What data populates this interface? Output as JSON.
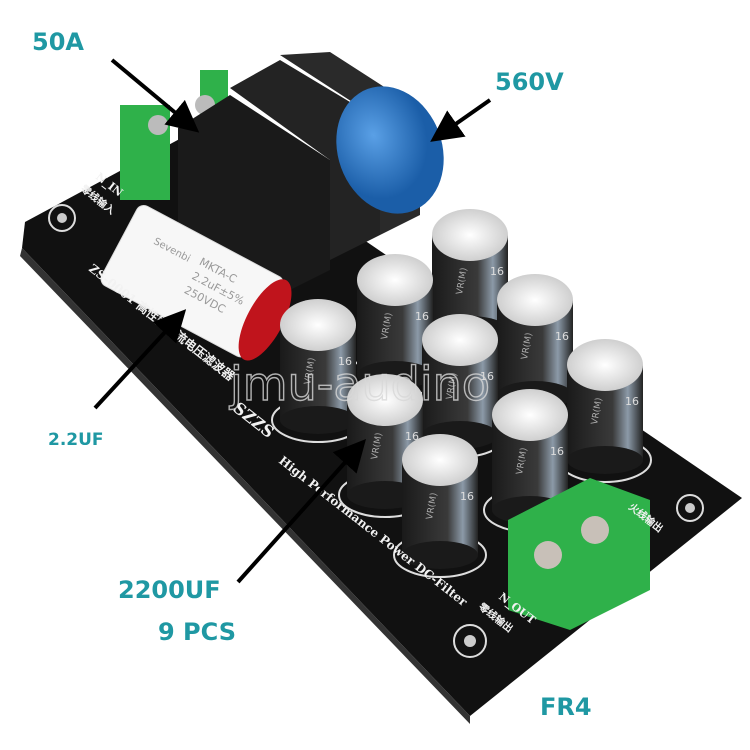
{
  "annotations": {
    "current": "50A",
    "voltage": "560V",
    "film_cap": "2.2UF",
    "electrolytic_cap": "2200UF",
    "cap_count": "9 PCS",
    "board_material": "FR4"
  },
  "board_silkscreen": {
    "input_label": "N_IN",
    "input_cn": "零线输入",
    "model": "ZS-0001 高性能直流电压滤波器",
    "brand": "SZZS",
    "product_name": "High Performance Power DC-Filter",
    "output_label": "N_OUT",
    "output_cn": "零线输出",
    "output_cn_right": "火线输出"
  },
  "film_capacitor": {
    "brand": "Sevenbi",
    "type": "MKTA-C",
    "value": "2.2uF±5%",
    "rating": "250VDC"
  },
  "electrolytic_marking": {
    "series": "VR(M)",
    "voltage": "16"
  },
  "watermark": "jmu-audino",
  "colors": {
    "annotation": "#1f98a3",
    "board": "#111111",
    "terminal": "#2fb14a",
    "varistor": "#2a6fb8",
    "film_cap_end": "#c0141c"
  }
}
